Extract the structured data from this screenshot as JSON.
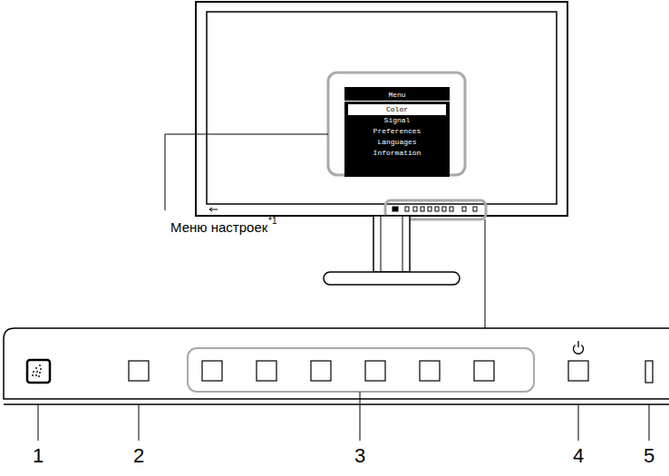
{
  "diagram": {
    "nodes": [
      {
        "text": [
          "Menu",
          "Color",
          "Signal",
          "Preferences",
          "Languages",
          "Information"
        ]
      }
    ],
    "labels": [
      "Меню настроек",
      "*1",
      "1",
      "2",
      "3",
      "4",
      "5"
    ]
  }
}
